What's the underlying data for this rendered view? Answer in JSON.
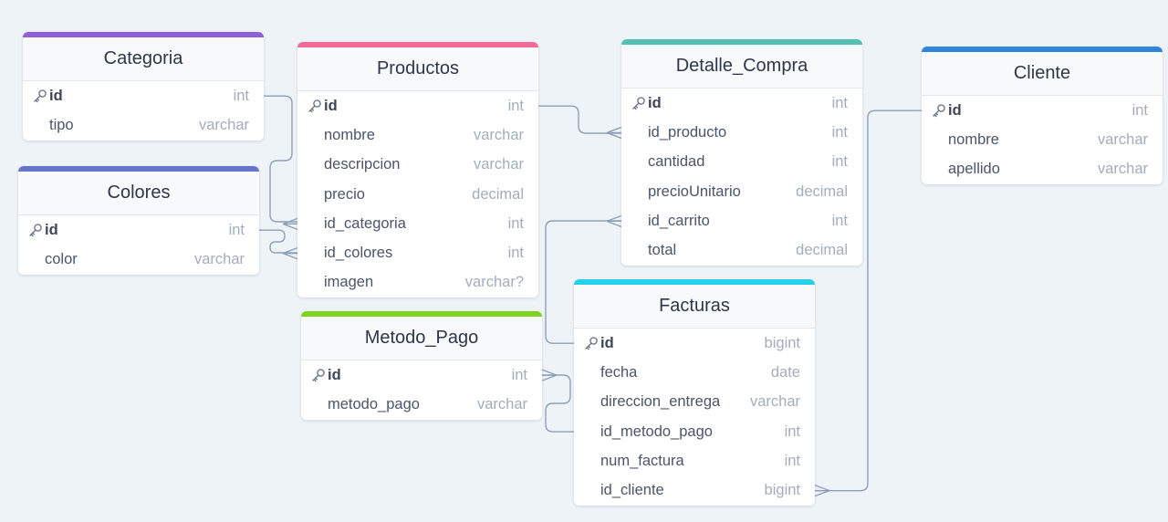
{
  "tables": [
    {
      "id": "categoria",
      "name": "Categoria",
      "accent": "#8e5fd6",
      "fields": [
        {
          "name": "id",
          "type": "int",
          "pk": true
        },
        {
          "name": "tipo",
          "type": "varchar"
        }
      ]
    },
    {
      "id": "colores",
      "name": "Colores",
      "accent": "#6674cc",
      "fields": [
        {
          "name": "id",
          "type": "int",
          "pk": true
        },
        {
          "name": "color",
          "type": "varchar"
        }
      ]
    },
    {
      "id": "productos",
      "name": "Productos",
      "accent": "#f06b96",
      "fields": [
        {
          "name": "id",
          "type": "int",
          "pk": true
        },
        {
          "name": "nombre",
          "type": "varchar"
        },
        {
          "name": "descripcion",
          "type": "varchar"
        },
        {
          "name": "precio",
          "type": "decimal"
        },
        {
          "name": "id_categoria",
          "type": "int"
        },
        {
          "name": "id_colores",
          "type": "int"
        },
        {
          "name": "imagen",
          "type": "varchar?"
        }
      ]
    },
    {
      "id": "metodo_pago",
      "name": "Metodo_Pago",
      "accent": "#7ed321",
      "fields": [
        {
          "name": "id",
          "type": "int",
          "pk": true
        },
        {
          "name": "metodo_pago",
          "type": "varchar"
        }
      ]
    },
    {
      "id": "detalle_compra",
      "name": "Detalle_Compra",
      "accent": "#52c1b1",
      "fields": [
        {
          "name": "id",
          "type": "int",
          "pk": true
        },
        {
          "name": "id_producto",
          "type": "int"
        },
        {
          "name": "cantidad",
          "type": "int"
        },
        {
          "name": "precioUnitario",
          "type": "decimal"
        },
        {
          "name": "id_carrito",
          "type": "int"
        },
        {
          "name": "total",
          "type": "decimal"
        }
      ]
    },
    {
      "id": "facturas",
      "name": "Facturas",
      "accent": "#27d0e9",
      "fields": [
        {
          "name": "id",
          "type": "bigint",
          "pk": true
        },
        {
          "name": "fecha",
          "type": "date"
        },
        {
          "name": "direccion_entrega",
          "type": "varchar"
        },
        {
          "name": "id_metodo_pago",
          "type": "int"
        },
        {
          "name": "num_factura",
          "type": "int"
        },
        {
          "name": "id_cliente",
          "type": "bigint"
        }
      ]
    },
    {
      "id": "cliente",
      "name": "Cliente",
      "accent": "#2f86d8",
      "fields": [
        {
          "name": "id",
          "type": "int",
          "pk": true
        },
        {
          "name": "nombre",
          "type": "varchar"
        },
        {
          "name": "apellido",
          "type": "varchar"
        }
      ]
    }
  ],
  "relations": [
    {
      "from": "categoria.id",
      "to": "productos.id_categoria"
    },
    {
      "from": "colores.id",
      "to": "productos.id_colores"
    },
    {
      "from": "productos.id",
      "to": "detalle_compra.id_producto"
    },
    {
      "from": "facturas.id",
      "to": "detalle_compra.id_carrito"
    },
    {
      "from": "facturas.id_metodo_pago",
      "to": "metodo_pago.id"
    },
    {
      "from": "cliente.id",
      "to": "facturas.id_cliente"
    }
  ],
  "colors": {
    "background": "#eef3f7",
    "connector": "#8da0b8",
    "type_text": "#a3adba",
    "field_text": "#4a5568"
  }
}
